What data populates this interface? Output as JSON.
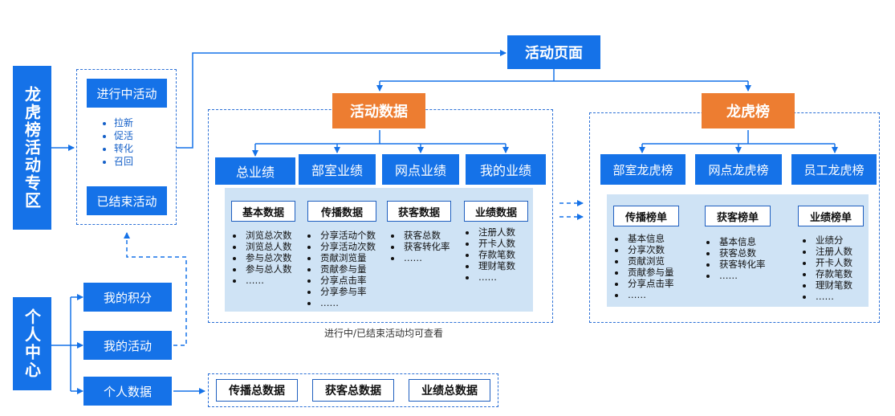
{
  "left_title_1": "龙虎榜活动专区",
  "left_title_2": "个人中心",
  "active_label": "进行中活动",
  "active_items": [
    "拉新",
    "促活",
    "转化",
    "召回"
  ],
  "ended_label": "已结束活动",
  "personal_items": [
    "我的积分",
    "我的活动",
    "个人数据"
  ],
  "activity_page": "活动页面",
  "activity_data": "活动数据",
  "ranking": "龙虎榜",
  "perf_tabs": [
    "总业绩",
    "部室业绩",
    "网点业绩",
    "我的业绩"
  ],
  "rank_tabs": [
    "部室龙虎榜",
    "网点龙虎榜",
    "员工龙虎榜"
  ],
  "data_cards": [
    {
      "title": "基本数据",
      "items": [
        "浏览总次数",
        "浏览总人数",
        "参与总次数",
        "参与总人数",
        "……"
      ]
    },
    {
      "title": "传播数据",
      "items": [
        "分享活动个数",
        "分享活动次数",
        "贡献浏览量",
        "贡献参与量",
        "分享点击率",
        "分享参与率",
        "……"
      ]
    },
    {
      "title": "获客数据",
      "items": [
        "获客总数",
        "获客转化率",
        "……"
      ]
    },
    {
      "title": "业绩数据",
      "items": [
        "注册人数",
        "开卡人数",
        "存款笔数",
        "理财笔数",
        "……"
      ]
    }
  ],
  "rank_cards": [
    {
      "title": "传播榜单",
      "items": [
        "基本信息",
        "分享次数",
        "贡献浏览",
        "贡献参与量",
        "分享点击率",
        "……"
      ]
    },
    {
      "title": "获客榜单",
      "items": [
        "基本信息",
        "获客总数",
        "获客转化率",
        "……"
      ]
    },
    {
      "title": "业绩榜单",
      "items": [
        "业绩分",
        "注册人数",
        "开卡人数",
        "存款笔数",
        "理财笔数",
        "……"
      ]
    }
  ],
  "note": "进行中/已结束活动均可查看",
  "totals": [
    "传播总数据",
    "获客总数据",
    "业绩总数据"
  ],
  "colors": {
    "blue": "#1572e8",
    "orange": "#ed7d31",
    "panel": "#cfe3f5"
  }
}
